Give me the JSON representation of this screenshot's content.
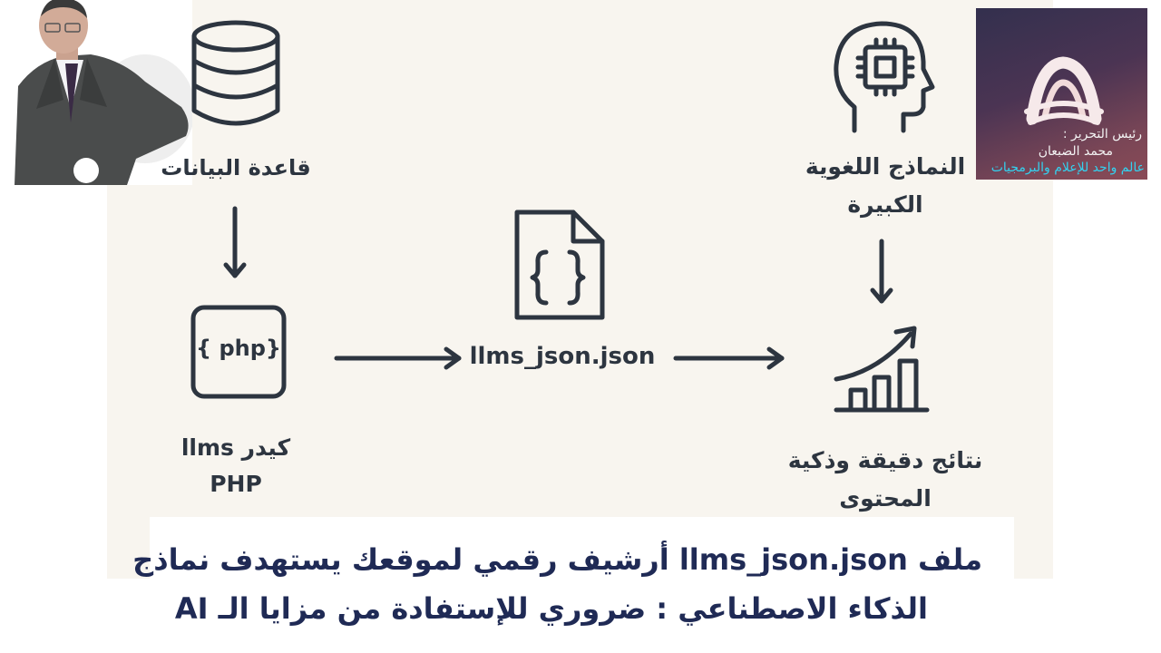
{
  "nodes": {
    "database": {
      "label": "قاعدة البيانات",
      "icon": "database-icon"
    },
    "php": {
      "icon_text": "{ php}",
      "label_line1": "كيدر llms",
      "label_line2": "PHP",
      "icon": "php-icon"
    },
    "json": {
      "label": "llms_json.json",
      "icon": "json-file-icon"
    },
    "llm": {
      "label_line1": "النماذج اللغوية",
      "label_line2": "الكبيرة",
      "icon": "brain-chip-icon"
    },
    "results": {
      "label_line1": "نتائج دقيقة وذكية",
      "label_line2": "المحتوى",
      "icon": "growth-chart-icon"
    }
  },
  "logo": {
    "line1": "رئيس التحرير :",
    "line2": "محمد الضبعان",
    "line3": "عالم واحد للإعلام والبرمجيات",
    "accent": "#33d2f0"
  },
  "caption": {
    "line1": "ملف llms_json.json أرشيف رقمي لموقعك يستهدف نماذج",
    "line2": "الذكاء الاصطناعي : ضروري للإستفادة من مزايا الـ AI"
  },
  "colors": {
    "panel": "#f8f5ef",
    "ink": "#2d3540",
    "caption": "#1f2a55"
  }
}
